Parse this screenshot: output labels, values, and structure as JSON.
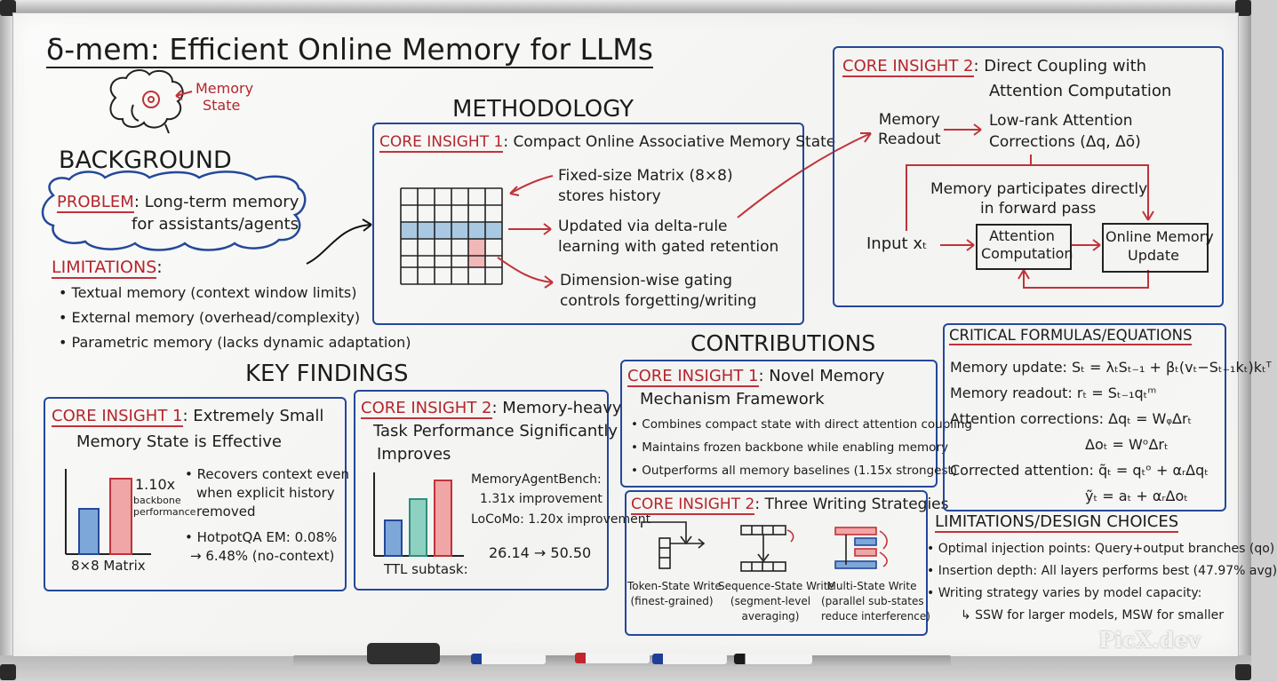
{
  "title": "δ-mem: Efficient Online Memory for LLMs",
  "brain_label": [
    "Memory",
    "State"
  ],
  "background": {
    "heading": "BACKGROUND",
    "problem_label": "PROBLEM",
    "problem_text": [
      "Long-term memory",
      "for assistants/agents"
    ],
    "limitations_label": "LIMITATIONS",
    "limitations_items": [
      "Textual memory (context window limits)",
      "External memory (overhead/complexity)",
      "Parametric memory (lacks dynamic adaptation)"
    ]
  },
  "methodology": {
    "heading": "METHODOLOGY",
    "core1_label": "CORE INSIGHT 1",
    "core1_title": "Compact Online Associative Memory State",
    "notes": [
      [
        "Fixed-size Matrix (8×8)",
        "stores history"
      ],
      [
        "Updated via delta-rule",
        "learning with gated retention"
      ],
      [
        "Dimension-wise gating",
        "controls forgetting/writing"
      ]
    ]
  },
  "core2_top": {
    "label": "CORE INSIGHT 2",
    "title": [
      "Direct Coupling with",
      "Attention Computation"
    ],
    "memory_readout": [
      "Memory",
      "Readout"
    ],
    "low_rank": [
      "Low-rank Attention",
      "Corrections (Δq, Δō)"
    ],
    "participates": [
      "Memory participates directly",
      "in forward pass"
    ],
    "input": "Input xₜ",
    "attention_box": [
      "Attention",
      "Computation"
    ],
    "online_box": [
      "Online Memory",
      "Update"
    ]
  },
  "key_findings": {
    "heading": "KEY FINDINGS",
    "card1": {
      "label": "CORE INSIGHT 1",
      "title": [
        "Extremely Small",
        "Memory State is Effective"
      ],
      "bar_value_label": "1.10x",
      "bar_note": [
        "backbone",
        "performance"
      ],
      "bullets": [
        [
          "Recovers context even",
          "when explicit history",
          "removed"
        ],
        [
          "HotpotQA EM: 0.08%",
          "→ 6.48% (no-context)"
        ]
      ],
      "caption": "8×8 Matrix"
    },
    "card2": {
      "label": "CORE INSIGHT 2",
      "title": [
        "Memory-heavy",
        "Task Performance Significantly",
        "Improves"
      ],
      "stat1": [
        "MemoryAgentBench:",
        "1.31x improvement"
      ],
      "stat2": "LoCoMo: 1.20x improvement",
      "ttl": "26.14 → 50.50",
      "caption": "TTL subtask:"
    }
  },
  "contributions": {
    "heading": "CONTRIBUTIONS",
    "card1": {
      "label": "CORE INSIGHT 1",
      "title": [
        "Novel Memory",
        "Mechanism Framework"
      ],
      "bullets": [
        "Combines compact state with direct attention coupling",
        "Maintains frozen backbone while enabling memory",
        "Outperforms all memory baselines (1.15x strongest)"
      ]
    },
    "card2": {
      "label": "CORE INSIGHT 2",
      "title": "Three Writing Strategies",
      "strategies": [
        [
          "Token-State Write",
          "(finest-grained)"
        ],
        [
          "Sequence-State Write",
          "(segment-level",
          "averaging)"
        ],
        [
          "Multi-State Write",
          "(parallel sub-states",
          "reduce interference)"
        ]
      ]
    }
  },
  "formulas": {
    "heading": "CRITICAL FORMULAS/EQUATIONS",
    "rows": [
      {
        "label": "Memory update:",
        "expr": "Sₜ = λₜSₜ₋₁ + βₜ(vₜ−Sₜ₋₁kₜ)kₜᵀ"
      },
      {
        "label": "Memory readout:",
        "expr": "rₜ = Sₜ₋₁qₜᵐ"
      },
      {
        "label": "Attention corrections:",
        "expr": "Δqₜ = WᵩΔrₜ"
      },
      {
        "label": "",
        "expr": "Δoₜ = WᵒΔrₜ"
      },
      {
        "label": "Corrected attention:",
        "expr": "q̃ₜ = qₜᵒ + αᵣΔqₜ"
      },
      {
        "label": "",
        "expr": "ỹₜ = aₜ + αᵣΔoₜ"
      }
    ]
  },
  "design": {
    "heading": "LIMITATIONS/DESIGN CHOICES",
    "items": [
      "Optimal injection points: Query+output branches (qo)",
      "Insertion depth: All layers performs best (47.97% avg)",
      "Writing strategy varies by model capacity:"
    ],
    "sub": "↳ SSW for larger models, MSW for smaller"
  },
  "watermark": "PicX.dev",
  "colors": {
    "blue": "#24489a",
    "red": "#c0333a",
    "ink": "#1c1c1c",
    "bar_blue": "#5b8fd0",
    "bar_teal": "#4db3a0",
    "bar_red": "#d9534f"
  }
}
